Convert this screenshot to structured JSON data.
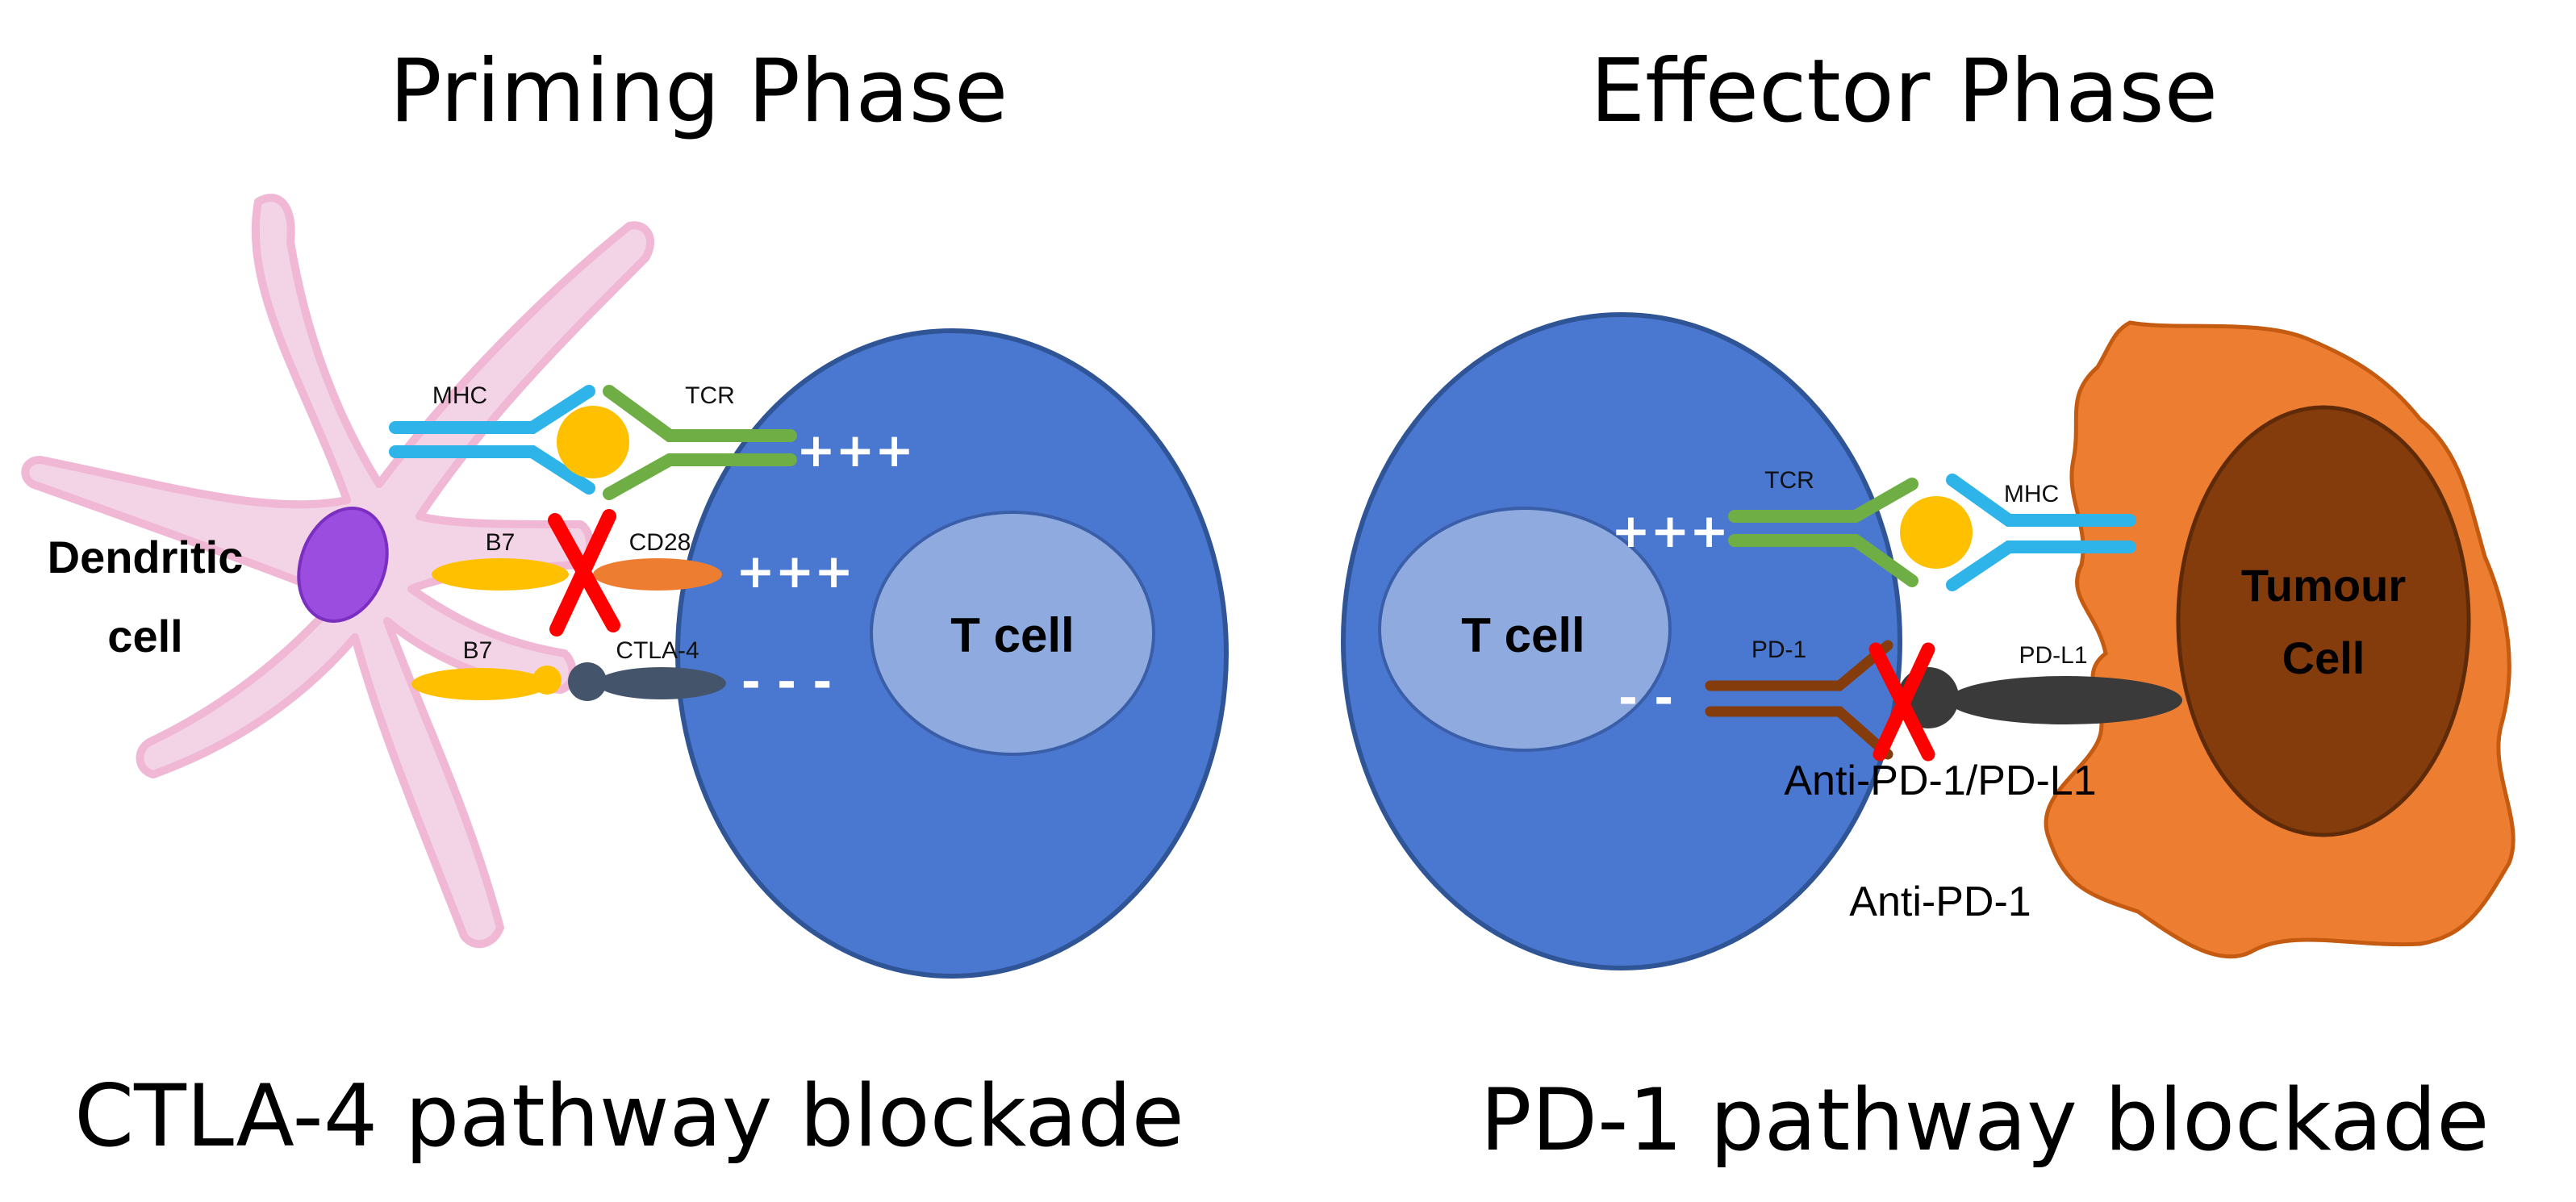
{
  "headings": {
    "priming": "Priming Phase",
    "effector": "Effector Phase"
  },
  "captions": {
    "ctla4": "CTLA-4 pathway blockade",
    "pd1": "PD-1 pathway blockade"
  },
  "left_panel": {
    "dendritic_cell_line1": "Dendritic",
    "dendritic_cell_line2": "cell",
    "t_cell": "T cell",
    "mhc": "MHC",
    "tcr": "TCR",
    "b7_top": "B7",
    "cd28": "CD28",
    "b7_bottom": "B7",
    "ctla4": "CTLA-4",
    "sign_tcr": "+++",
    "sign_cd28": "+++",
    "sign_ctla4": "- - -"
  },
  "right_panel": {
    "t_cell": "T cell",
    "tumour_line1": "Tumour",
    "tumour_line2": "Cell",
    "tcr": "TCR",
    "mhc": "MHC",
    "pd1": "PD-1",
    "pdl1": "PD-L1",
    "sign_tcr": "+++",
    "sign_pd1": "- -",
    "drug_label_1": "Anti-PD-1/PD-L1",
    "drug_label_2": "Anti-PD-1"
  },
  "colors": {
    "dendritic_cell": "#f3d3e6",
    "dendritic_outline": "#f0b8d4",
    "nucleus": "#9b4de0",
    "t_cell": "#4a78d0",
    "t_nucleus": "#8eaadf",
    "mhc": "#2eb4e8",
    "tcr": "#6fae45",
    "antigen": "#ffc000",
    "cd28": "#ed7d31",
    "ctla4": "#44546a",
    "pd1": "#843c0c",
    "pdl1": "#3a3a3a",
    "tumour": "#ed7d31",
    "tumour_nucleus": "#843c0c",
    "block_x": "#ff0000"
  }
}
